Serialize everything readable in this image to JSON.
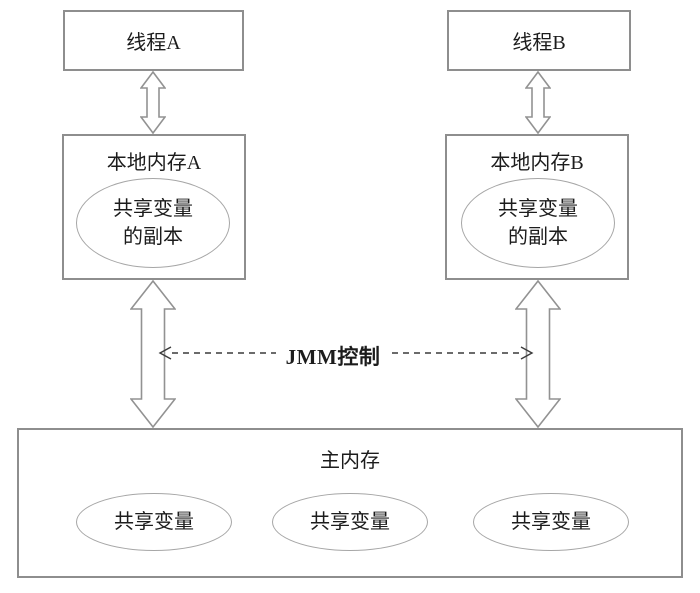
{
  "colors": {
    "background": "#ffffff",
    "box_border": "#8e8e8e",
    "ellipse_border": "#a6a6a6",
    "arrow_outline": "#929292",
    "dashed_line": "#3a3a3a",
    "text": "#1c1c1c"
  },
  "nodes": {
    "thread_a": {
      "label": "线程A"
    },
    "thread_b": {
      "label": "线程B"
    },
    "local_memory_a": {
      "title": "本地内存A",
      "copy_line1": "共享变量",
      "copy_line2": "的副本"
    },
    "local_memory_b": {
      "title": "本地内存B",
      "copy_line1": "共享变量",
      "copy_line2": "的副本"
    },
    "main_memory": {
      "title": "主内存",
      "shared_variables": [
        "共享变量",
        "共享变量",
        "共享变量"
      ]
    }
  },
  "connectors": {
    "jmm_control_label": "JMM控制"
  }
}
